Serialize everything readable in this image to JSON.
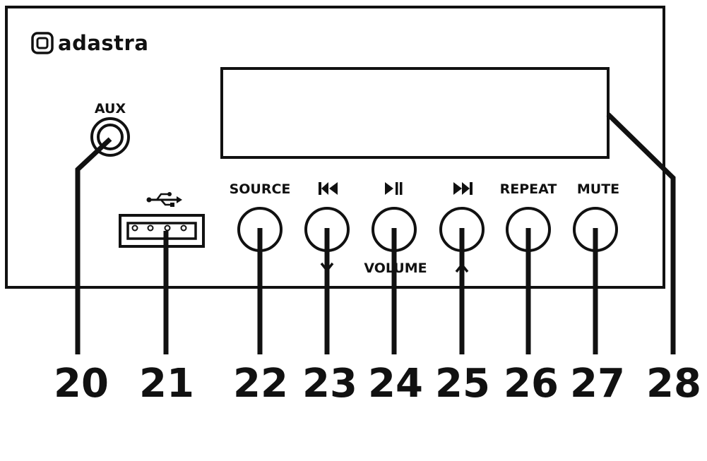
{
  "brand": {
    "name": "adastra",
    "logo_icon": "rounded-square-logo-icon"
  },
  "panel": {
    "aux_label": "AUX",
    "usb_icon": "usb-icon",
    "buttons": [
      {
        "id": "source",
        "label": "SOURCE",
        "icon": ""
      },
      {
        "id": "prev",
        "label": "",
        "icon": "skip-previous-icon"
      },
      {
        "id": "play-pause",
        "label": "",
        "icon": "play-pause-icon"
      },
      {
        "id": "next",
        "label": "",
        "icon": "skip-next-icon"
      },
      {
        "id": "repeat",
        "label": "REPEAT",
        "icon": ""
      },
      {
        "id": "mute",
        "label": "MUTE",
        "icon": ""
      }
    ],
    "volume_label": "VOLUME",
    "volume_down_icon": "chevron-down-icon",
    "volume_up_icon": "chevron-up-icon"
  },
  "callouts": [
    "20",
    "21",
    "22",
    "23",
    "24",
    "25",
    "26",
    "27",
    "28"
  ],
  "colors": {
    "ink": "#111111",
    "background": "#ffffff"
  }
}
